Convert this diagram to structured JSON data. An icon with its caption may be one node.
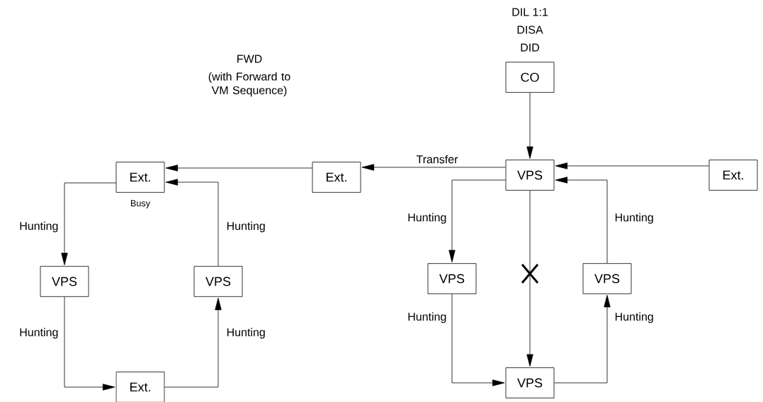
{
  "diagram": {
    "nodes": [
      {
        "text": [
          "CO"
        ],
        "beside": [
          "DIL 1:1",
          "DISA",
          "DID"
        ]
      },
      {
        "text": [
          "Ext."
        ],
        "beside": [
          "Busy"
        ]
      },
      {
        "text": [
          "Ext."
        ]
      },
      {
        "text": [
          "VPS"
        ]
      },
      {
        "text": [
          "Ext."
        ]
      },
      {
        "text": [
          "VPS"
        ]
      },
      {
        "text": [
          "VPS"
        ]
      },
      {
        "text": [
          "VPS"
        ]
      },
      {
        "text": [
          "VPS"
        ]
      },
      {
        "text": [
          "Ext."
        ]
      },
      {
        "text": [
          "VPS"
        ]
      }
    ],
    "edges": [
      {
        "from": 0,
        "to": 3,
        "arrow": "to"
      },
      {
        "from": 3,
        "to": 2,
        "arrow": "to",
        "label": "Transfer"
      },
      {
        "from": 2,
        "to": 1,
        "arrow": "to"
      },
      {
        "from": 1,
        "to": 5,
        "arrow": "to",
        "label": "Hunting"
      },
      {
        "from": 5,
        "to": 9,
        "arrow": "to",
        "label": "Hunting"
      },
      {
        "from": 9,
        "to": 6,
        "arrow": "to",
        "label": "Hunting"
      },
      {
        "from": 6,
        "to": 1,
        "arrow": "to",
        "label": "Hunting"
      },
      {
        "from": 4,
        "to": 3,
        "arrow": "to"
      },
      {
        "from": 3,
        "to": 7,
        "arrow": "to",
        "label": "Hunting"
      },
      {
        "from": 7,
        "to": 10,
        "arrow": "to",
        "label": "Hunting"
      },
      {
        "from": 3,
        "to": 10,
        "arrow": "to"
      },
      {
        "from": 10,
        "to": 8,
        "arrow": "to",
        "label": "Hunting"
      },
      {
        "from": 8,
        "to": 3,
        "arrow": "to",
        "label": "Hunting"
      }
    ],
    "labels": [
      "FWD",
      "(with Forward to VM Sequence)"
    ]
  }
}
